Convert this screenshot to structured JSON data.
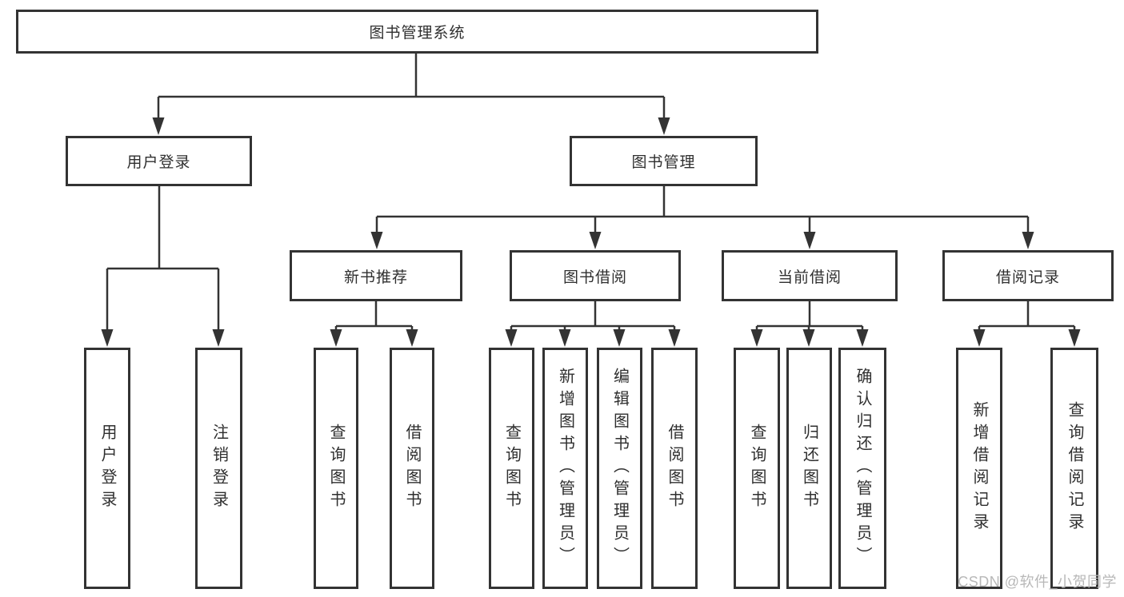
{
  "diagram": {
    "root_label": "图书管理系统",
    "level1": {
      "user_login": "用户登录",
      "book_mgmt": "图书管理"
    },
    "level2": {
      "new_book_rec": "新书推荐",
      "book_borrow": "图书借阅",
      "current_borrow": "当前借阅",
      "borrow_record": "借阅记录"
    },
    "leaves": {
      "user_login": "用户登录",
      "logout": "注销登录",
      "newbook_query": "查询图书",
      "newbook_borrow": "借阅图书",
      "borrow_query": "查询图书",
      "borrow_add": "新增图书（管理员）",
      "borrow_edit": "编辑图书（管理员）",
      "borrow_borrow": "借阅图书",
      "current_query": "查询图书",
      "current_return": "归还图书",
      "current_confirm": "确认归还（管理员）",
      "record_add": "新增借阅记录",
      "record_query": "查询借阅记录"
    }
  },
  "watermark": {
    "text": "CSDN @软件_小贺同学"
  },
  "colors": {
    "line": "#333333",
    "border": "#333333",
    "text": "#2f2f2f",
    "watermark": "#b8b8b8",
    "background": "#ffffff"
  }
}
